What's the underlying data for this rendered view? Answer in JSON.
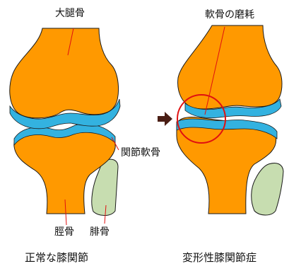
{
  "labels": {
    "femur": "大腿骨",
    "cartilage_wear": "軟骨の磨耗",
    "articular_cartilage": "関節軟骨",
    "tibia": "脛骨",
    "fibula": "腓骨",
    "normal_caption": "正常な膝関節",
    "oa_caption": "変形性膝関節症"
  },
  "colors": {
    "bone": "#FF9900",
    "cartilage": "#33B2E0",
    "fibula": "#C7DDB0",
    "outline": "#1a1a1a",
    "highlight_circle": "#E01010",
    "leader_line": "#E01010",
    "arrow": "#4A1E14"
  }
}
